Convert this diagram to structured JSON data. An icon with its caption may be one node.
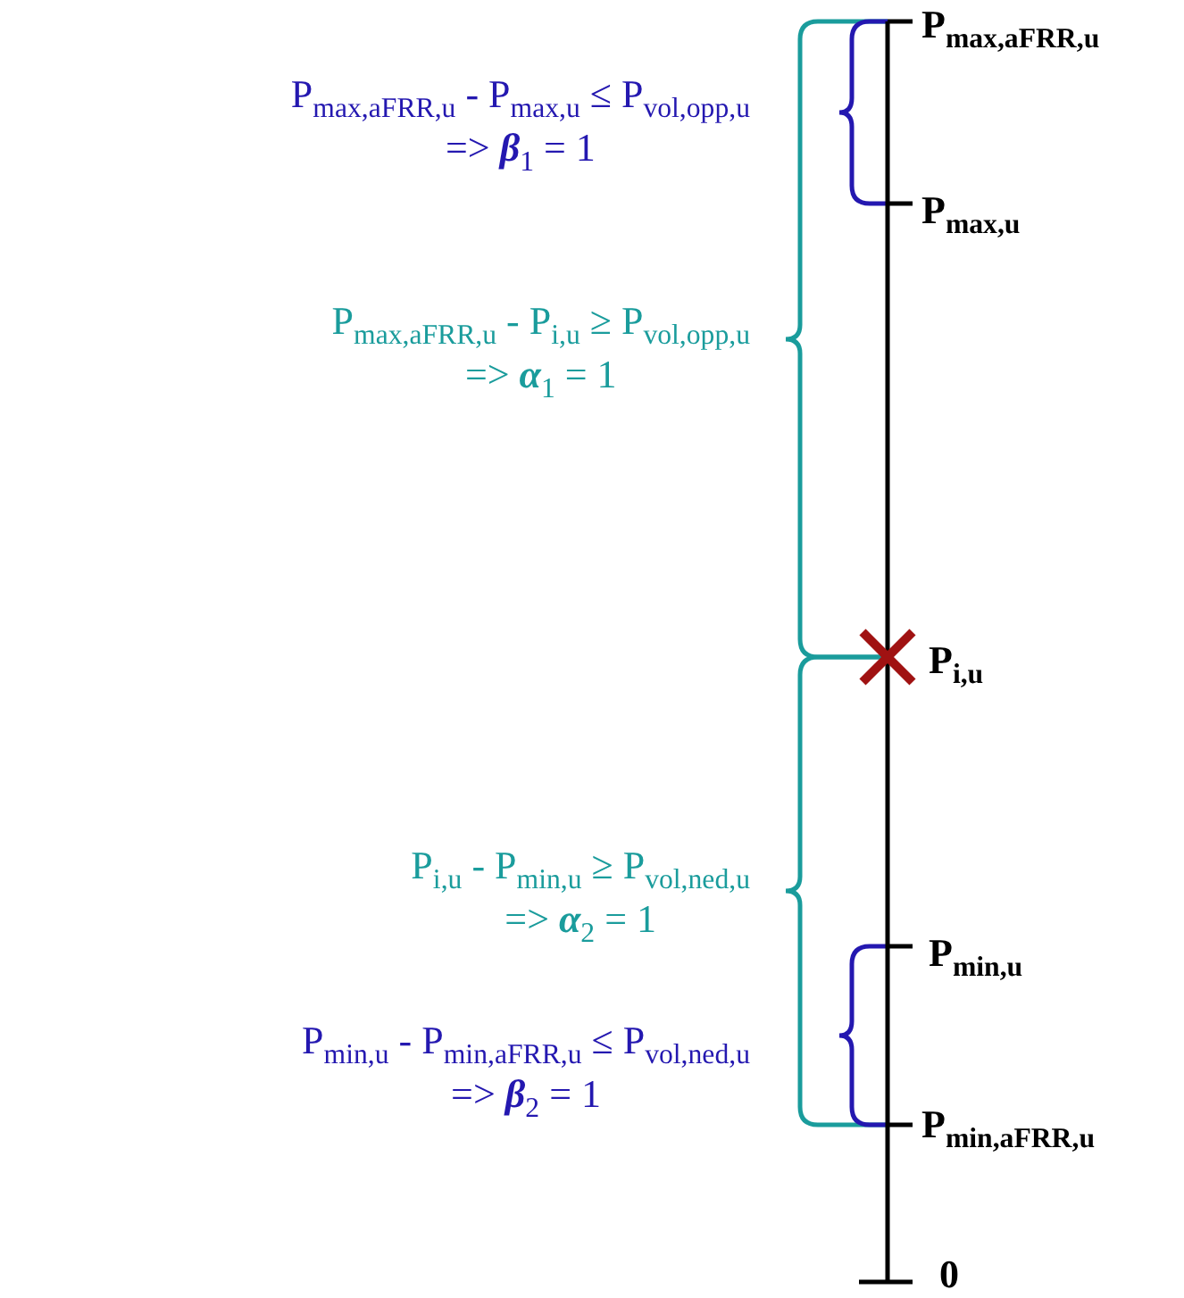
{
  "diagram": {
    "labels": [
      "P$_{max,aFRR,u}$",
      "P$_{max,aFRR,u}$ - P$_{max,u}$ ≤  P$_{vol,opp,u}$",
      "=> **β**$_{1}$ = 1",
      "P$_{max,u}$",
      "P$_{max,aFRR,u}$ - P$_{i,u}$ ≥ P$_{vol,opp,u}$",
      "=>  **α**$_{1}$ = 1",
      "P$_{i,u}$",
      "P$_{i,u}$ - P$_{min,u}$  ≥  P$_{vol,ned,u}$",
      "=>   **α**$_{2}$ = 1",
      "P$_{min,u}$",
      "P$_{min,u}$ - P$_{min,aFRR,u}$ ≤  P$_{vol,ned,u}$",
      "=>   **β**$_{2}$ = 1",
      "P$_{min,aFRR,u}$",
      "0"
    ]
  }
}
